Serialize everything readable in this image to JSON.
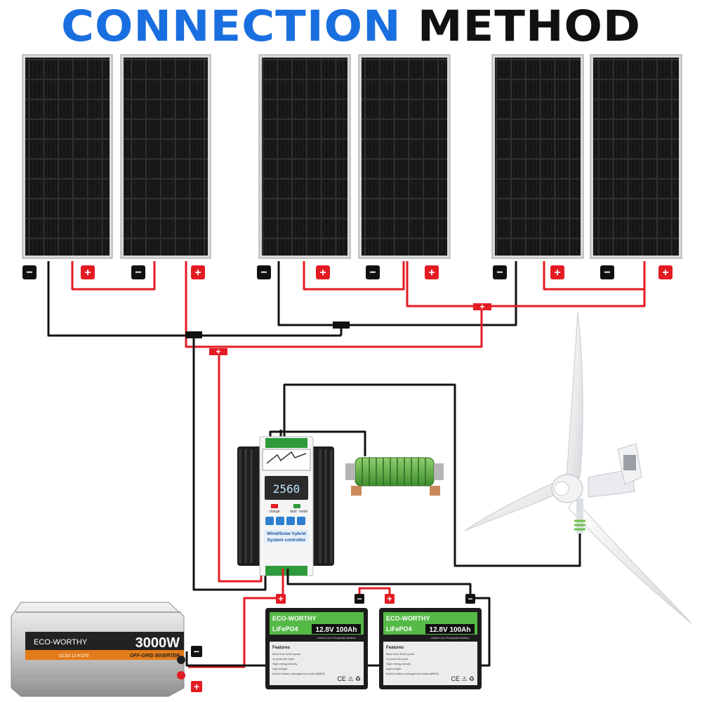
{
  "title": {
    "word1": "CONNECTION",
    "word2": "METHOD"
  },
  "colors": {
    "title_blue": "#1a6fe0",
    "title_black": "#111111",
    "wire_red": "#e31b23",
    "wire_black": "#111111",
    "battery_green": "#55b947",
    "panel_dark": "#141414"
  },
  "terminals": {
    "negative": "−",
    "positive": "+"
  },
  "controller": {
    "display_value": "2560",
    "label_charge": "charge",
    "label_fault": "fault",
    "label_mode": "mode",
    "name_line1": "Wind/Solar hybrid",
    "name_line2": "System controller"
  },
  "inverter": {
    "brand": "ECO-WORTHY",
    "power": "3000W",
    "model_tag": "DCSA 12-KCP3",
    "type_line": "OFF-GRID INVERTER"
  },
  "batteries": [
    {
      "brand": "ECO-WORTHY",
      "chem": "LiFePO4",
      "spec": "12.8V 100Ah",
      "sub": "Lithium Iron Phosphate Battery",
      "features_title": "Features",
      "features": [
        "More than 3000 cycles",
        "10 years life span",
        "High energy density",
        "Light weight",
        "Built-in battery management system(BMS)"
      ],
      "marks": "CE ⚠ ♻"
    },
    {
      "brand": "ECO-WORTHY",
      "chem": "LiFePO4",
      "spec": "12.8V 100Ah",
      "sub": "Lithium Iron Phosphate Battery",
      "features_title": "Features",
      "features": [
        "More than 3000 cycles",
        "10 years life span",
        "High energy density",
        "Light weight",
        "Built-in battery management system(BMS)"
      ],
      "marks": "CE ⚠ ♻"
    }
  ]
}
